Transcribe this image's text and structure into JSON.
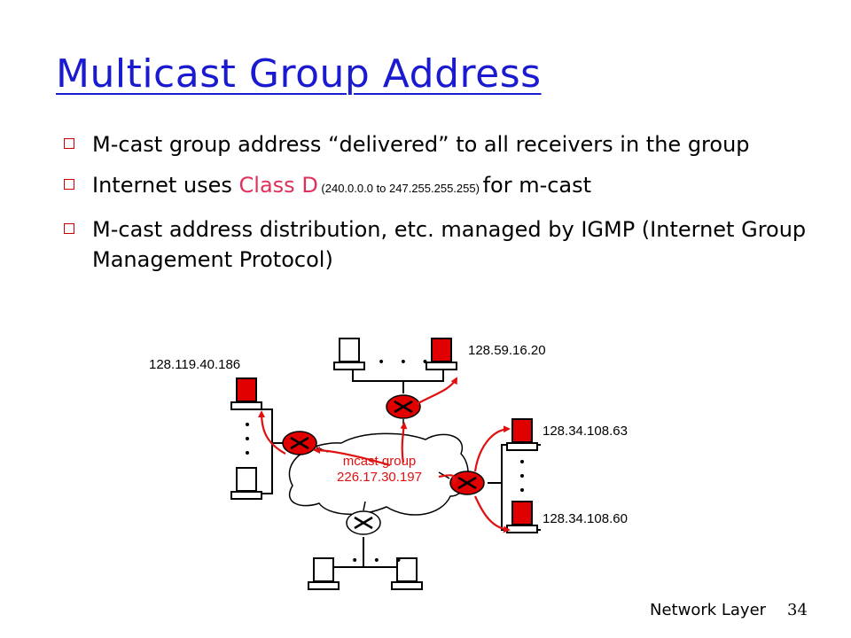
{
  "slide": {
    "title": "Multicast Group Address",
    "bullets": [
      {
        "text": "M-cast group address “delivered” to all receivers in the group"
      },
      {
        "pre": "Internet uses ",
        "highlight": "Class D",
        "range": " (240.0.0.0 to 247.255.255.255) ",
        "post": "for m-cast"
      },
      {
        "text": "M-cast address distribution, etc. managed by IGMP (Internet Group Management Protocol)"
      }
    ]
  },
  "diagram": {
    "group_label_line1": "mcast group",
    "group_label_line2": "226.17.30.197",
    "host_labels": {
      "left_top": "128.119.40.186",
      "top_right": "128.59.16.20",
      "right_top": "128.34.108.63",
      "right_bottom": "128.34.108.60"
    },
    "ellipsis": "• • •"
  },
  "footer": {
    "section": "Network Layer",
    "page": "34"
  },
  "colors": {
    "title": "#1a1ad0",
    "member": "#e00000",
    "arrow": "#e01010",
    "highlight": "#e0305a"
  }
}
